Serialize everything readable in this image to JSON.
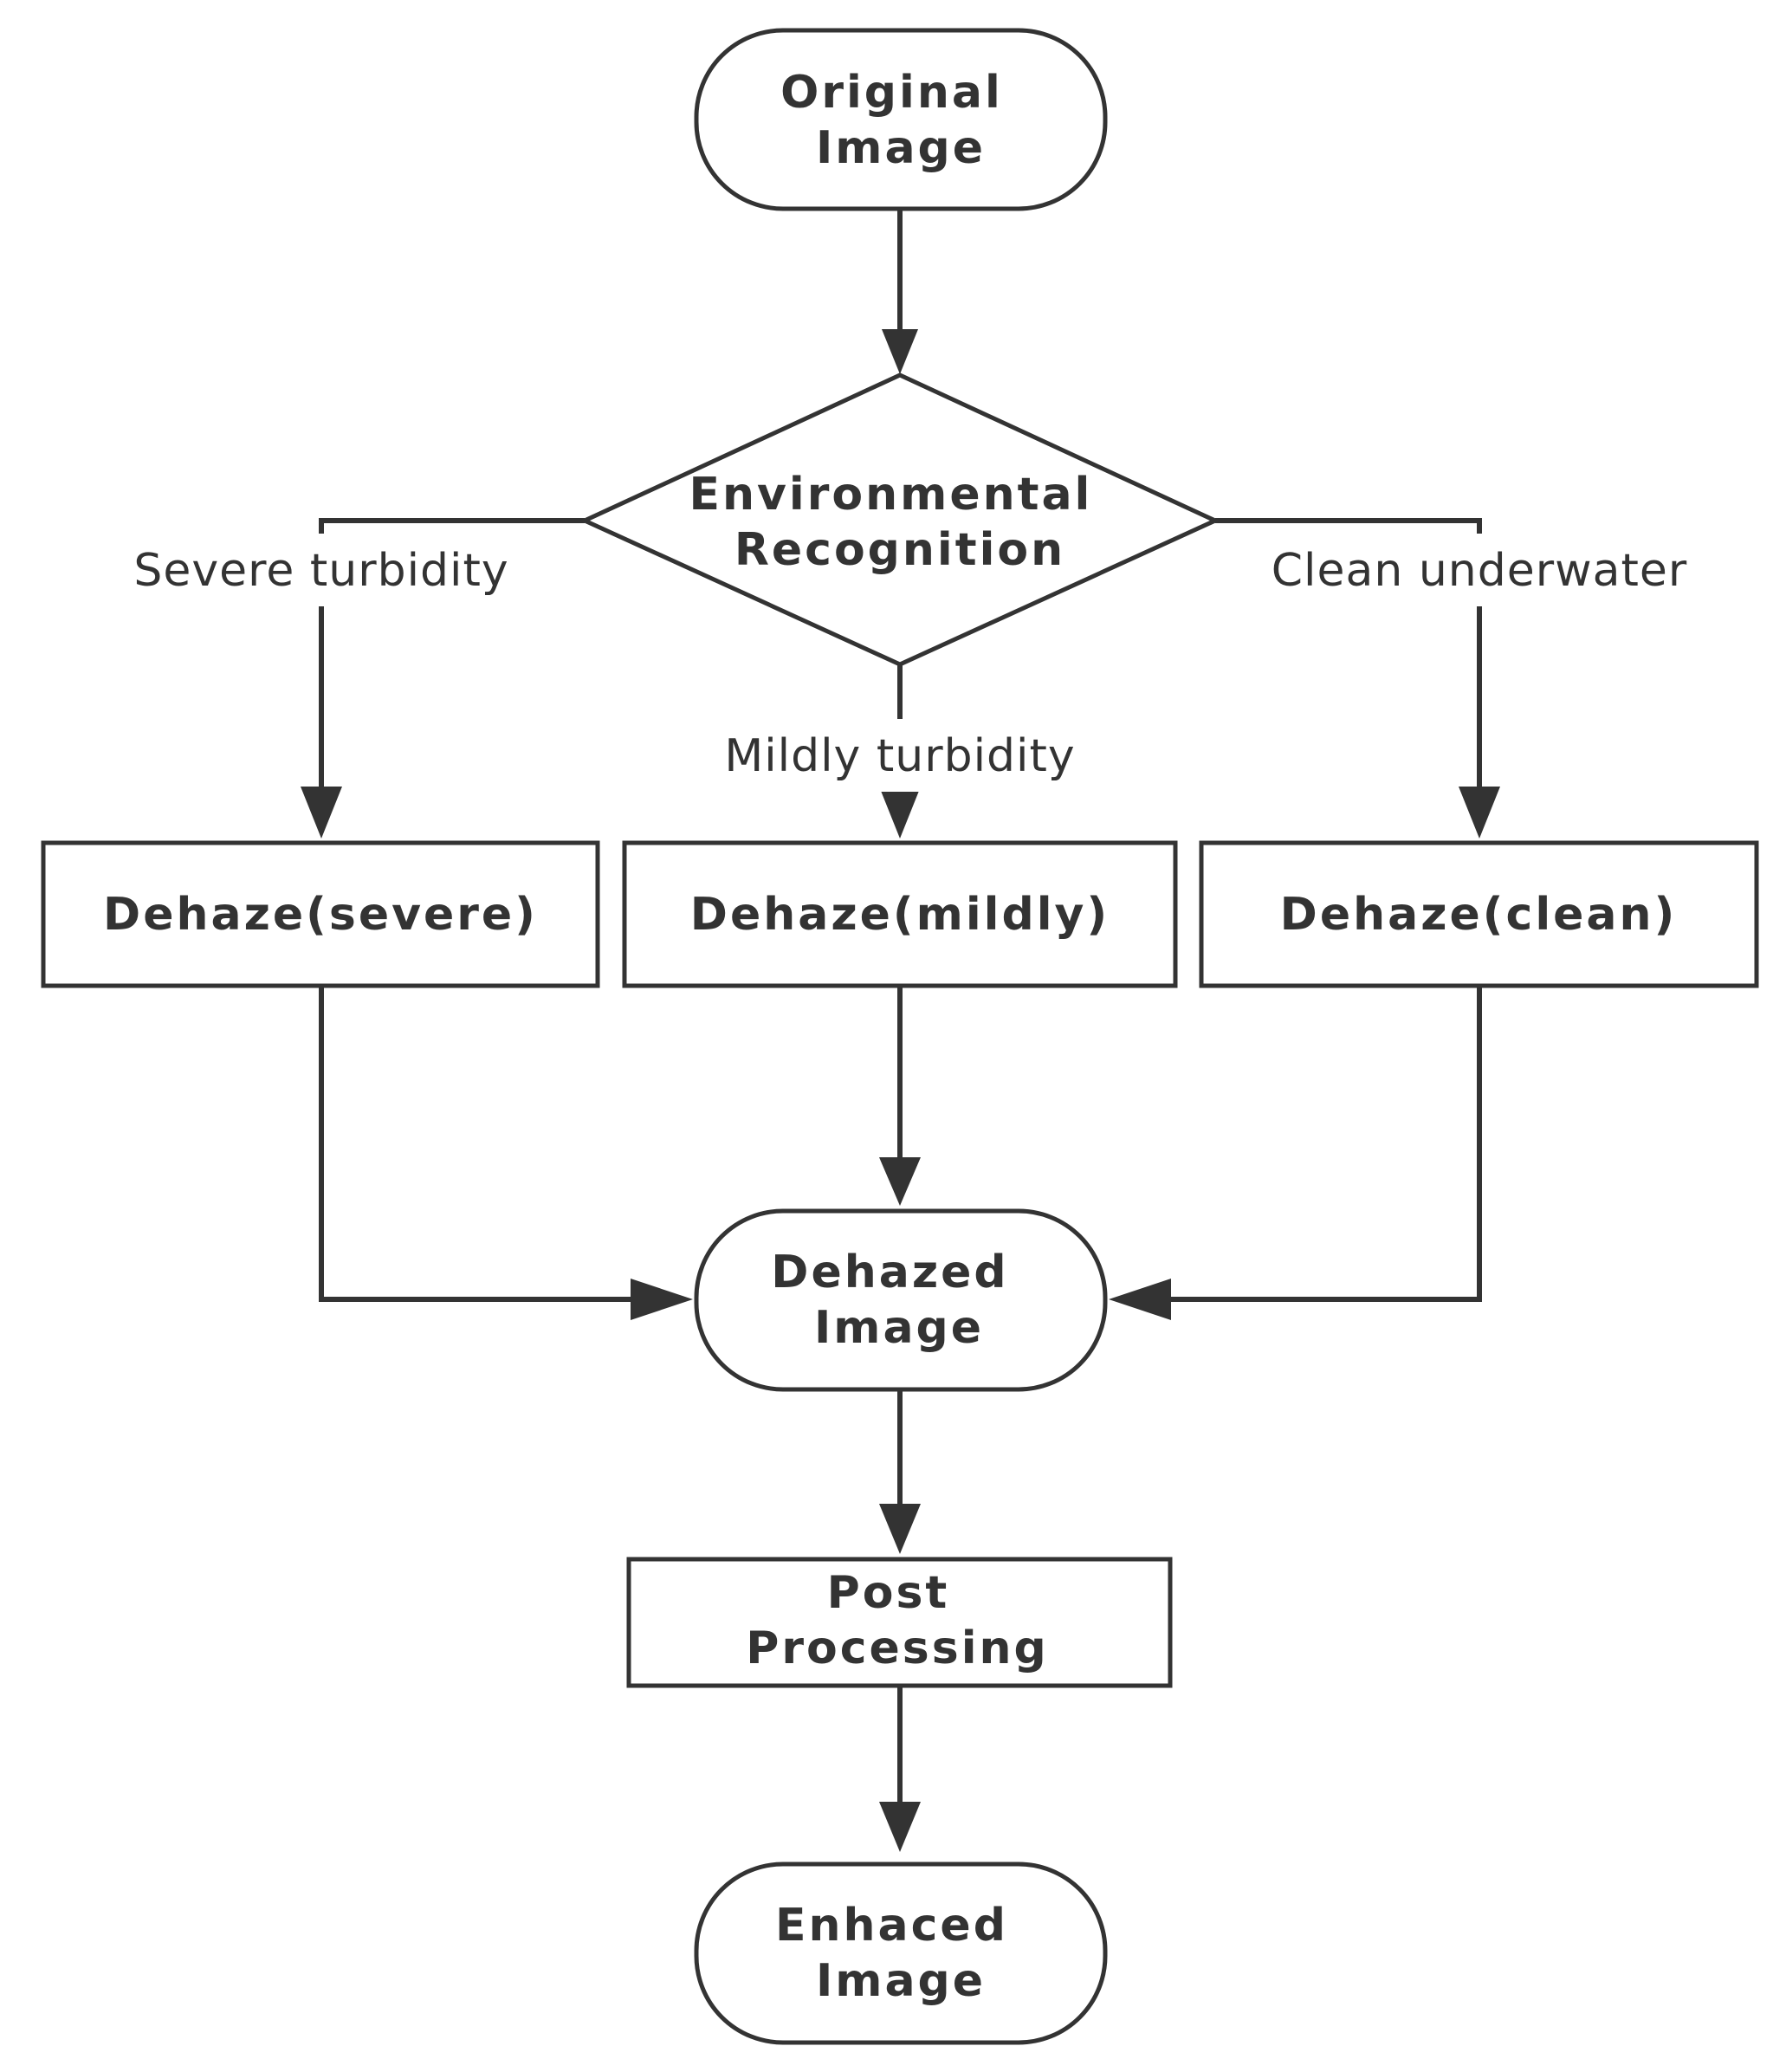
{
  "nodes": {
    "original_image": {
      "line1": "Original",
      "line2": "Image"
    },
    "environmental_recognition": {
      "line1": "Environmental",
      "line2": "Recognition"
    },
    "dehaze_severe": {
      "label": "Dehaze(severe)"
    },
    "dehaze_mildly": {
      "label": "Dehaze(mildly)"
    },
    "dehaze_clean": {
      "label": "Dehaze(clean)"
    },
    "dehazed_image": {
      "line1": "Dehazed",
      "line2": "Image"
    },
    "post_processing": {
      "line1": "Post",
      "line2": "Processing"
    },
    "enhaced_image": {
      "line1": "Enhaced",
      "line2": "Image"
    }
  },
  "edge_labels": {
    "severe": "Severe turbidity",
    "mildly": "Mildly turbidity",
    "clean": "Clean underwater"
  },
  "colors": {
    "stroke": "#333333",
    "fill": "#ffffff",
    "text": "#333333"
  }
}
